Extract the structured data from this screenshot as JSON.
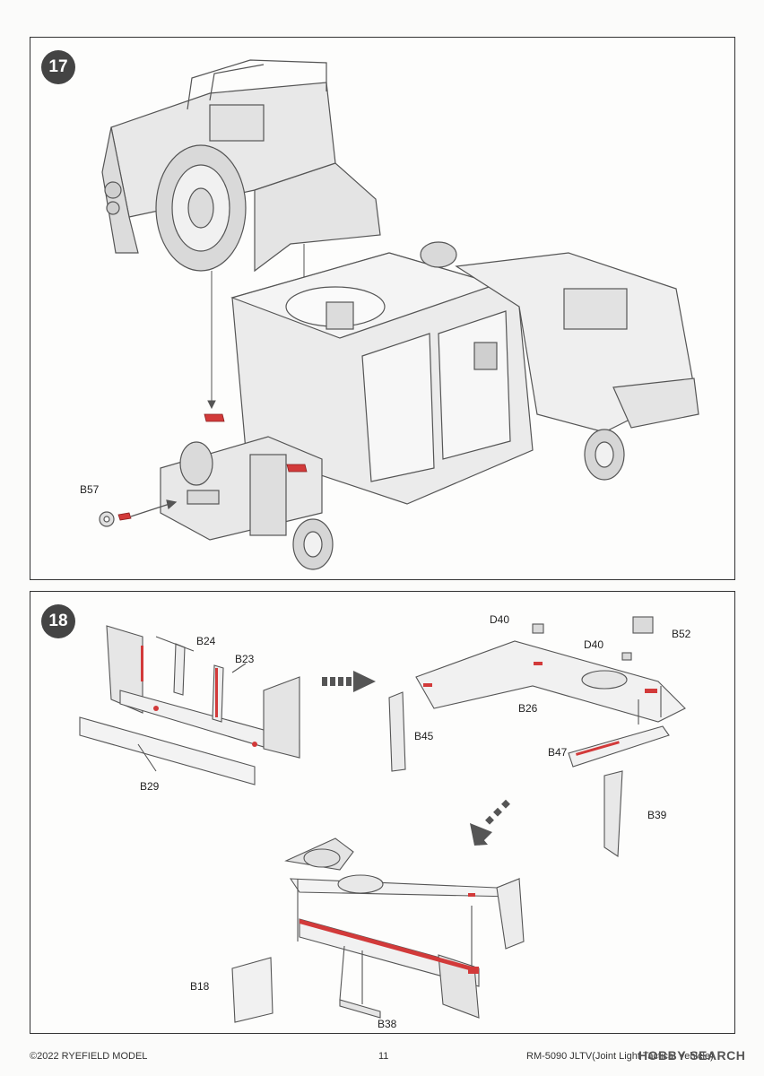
{
  "step17": {
    "number": "17",
    "parts": {
      "b57": "B57"
    }
  },
  "step18": {
    "number": "18",
    "parts": {
      "b24": "B24",
      "b23": "B23",
      "b29": "B29",
      "d40a": "D40",
      "d40b": "D40",
      "b52": "B52",
      "b26": "B26",
      "b45": "B45",
      "b47": "B47",
      "b39": "B39",
      "b18": "B18",
      "b38": "B38"
    }
  },
  "footer": {
    "copyright": "©2022 RYEFIELD MODEL",
    "page_number": "11",
    "product": "RM-5090 JLTV(Joint Light Tactical Vehicle)",
    "watermark": "HOBBY SEARCH"
  },
  "colors": {
    "highlight": "#d23a3a",
    "line": "#555555",
    "fill": "#e6e6e6"
  }
}
